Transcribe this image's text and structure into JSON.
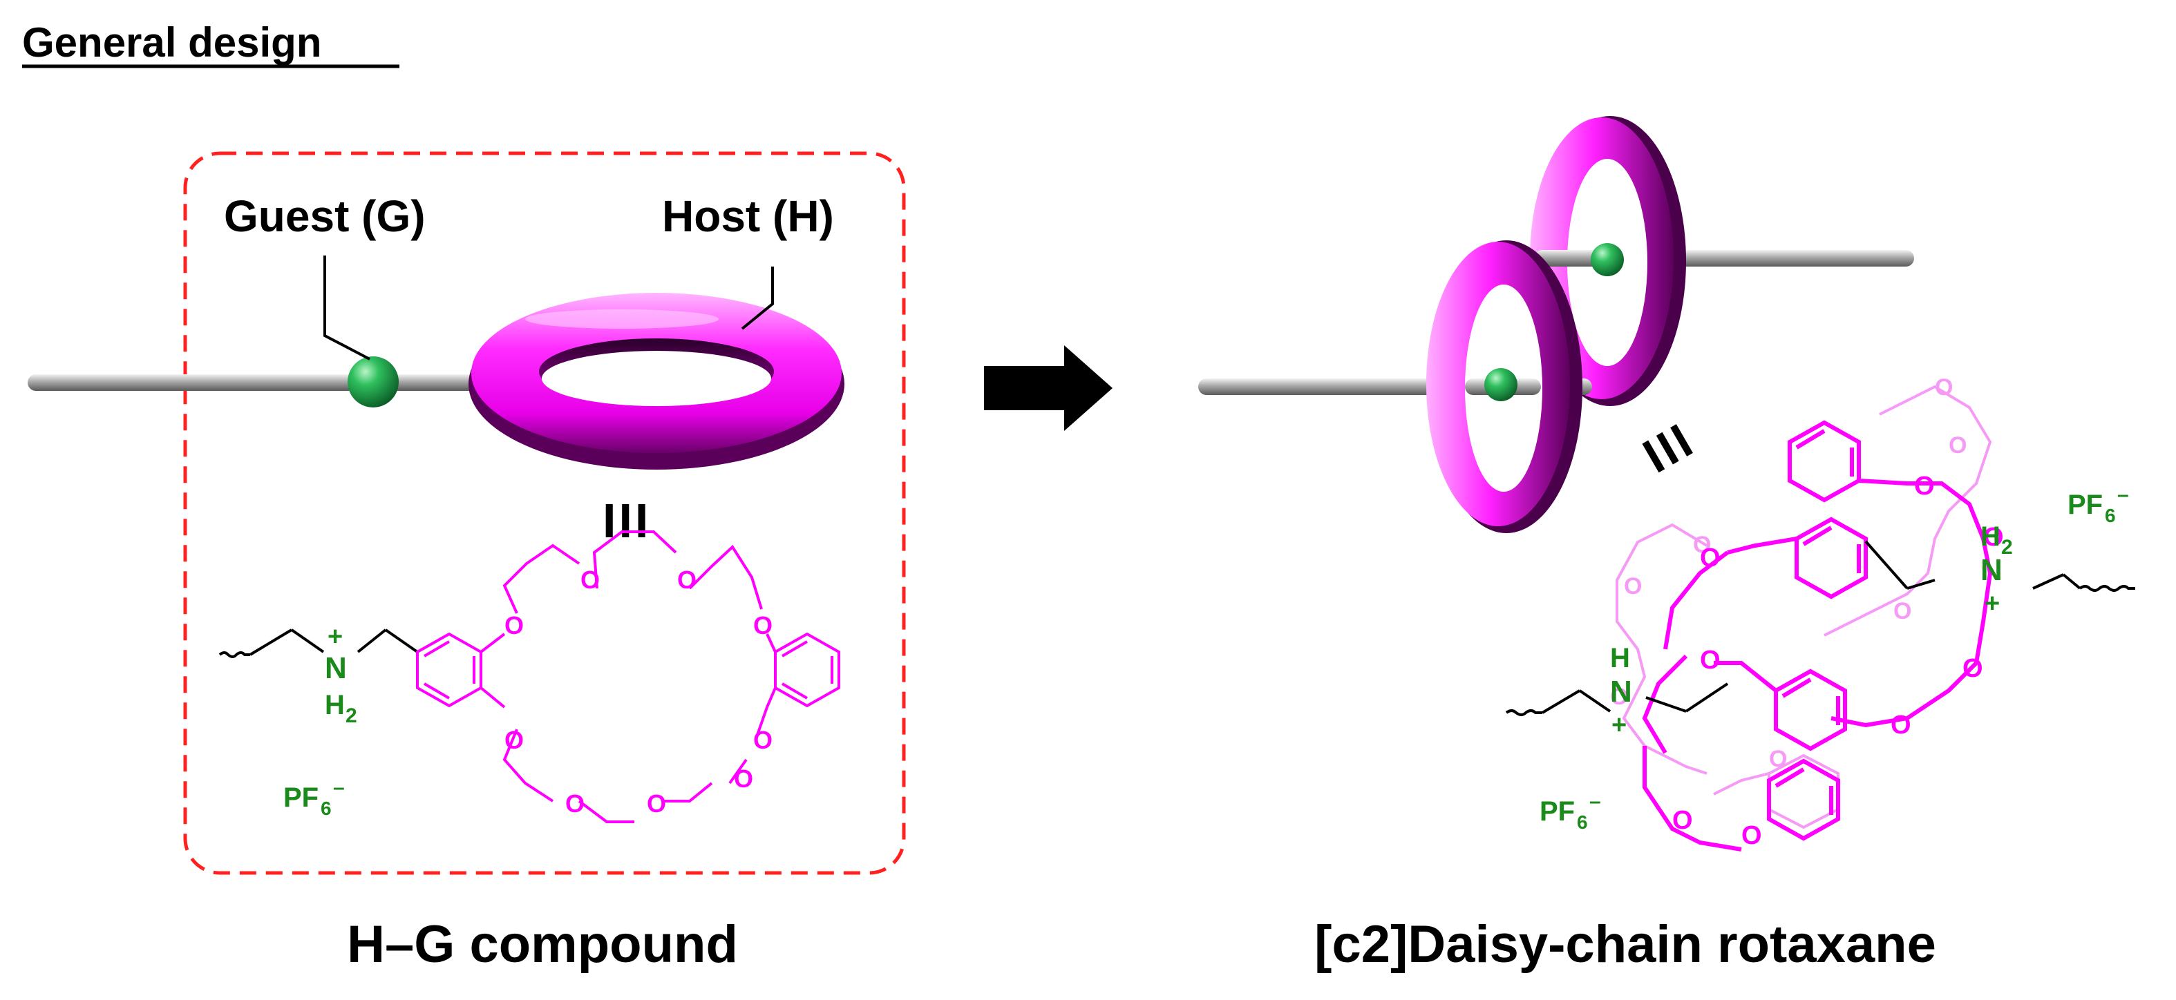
{
  "header": {
    "title": "General design"
  },
  "left_panel": {
    "guest_label": "Guest (G)",
    "host_label": "Host (H)",
    "equiv_symbol": "III",
    "caption": "H–G compound",
    "ammonium": {
      "N": "N",
      "charge": "+",
      "H2": "H",
      "sub2": "2"
    },
    "counterion": {
      "PF": "PF",
      "sub": "6",
      "sup": "–"
    },
    "oxygen_label": "O"
  },
  "arrow": {
    "icon": "right-arrow-icon"
  },
  "right_panel": {
    "equiv_symbol": "III",
    "caption": "[c2]Daisy-chain rotaxane",
    "ammonium_top": {
      "H2": "H",
      "sub2": "2",
      "N": "N",
      "charge": "+"
    },
    "ammonium_bottom": {
      "H": "H",
      "N": "N",
      "charge": "+"
    },
    "counterion_top": {
      "PF": "PF",
      "sub": "6",
      "sup": "–"
    },
    "counterion_bottom": {
      "PF": "PF",
      "sub": "6",
      "sup": "–"
    },
    "oxygen_label": "O"
  },
  "colors": {
    "magenta": "#ff00ff",
    "light_magenta": "#f59af5",
    "green_text": "#1a8a1a",
    "dashed_border": "#ff2020",
    "rod": "#8c8c8c",
    "bead": "#1d9e4b"
  }
}
